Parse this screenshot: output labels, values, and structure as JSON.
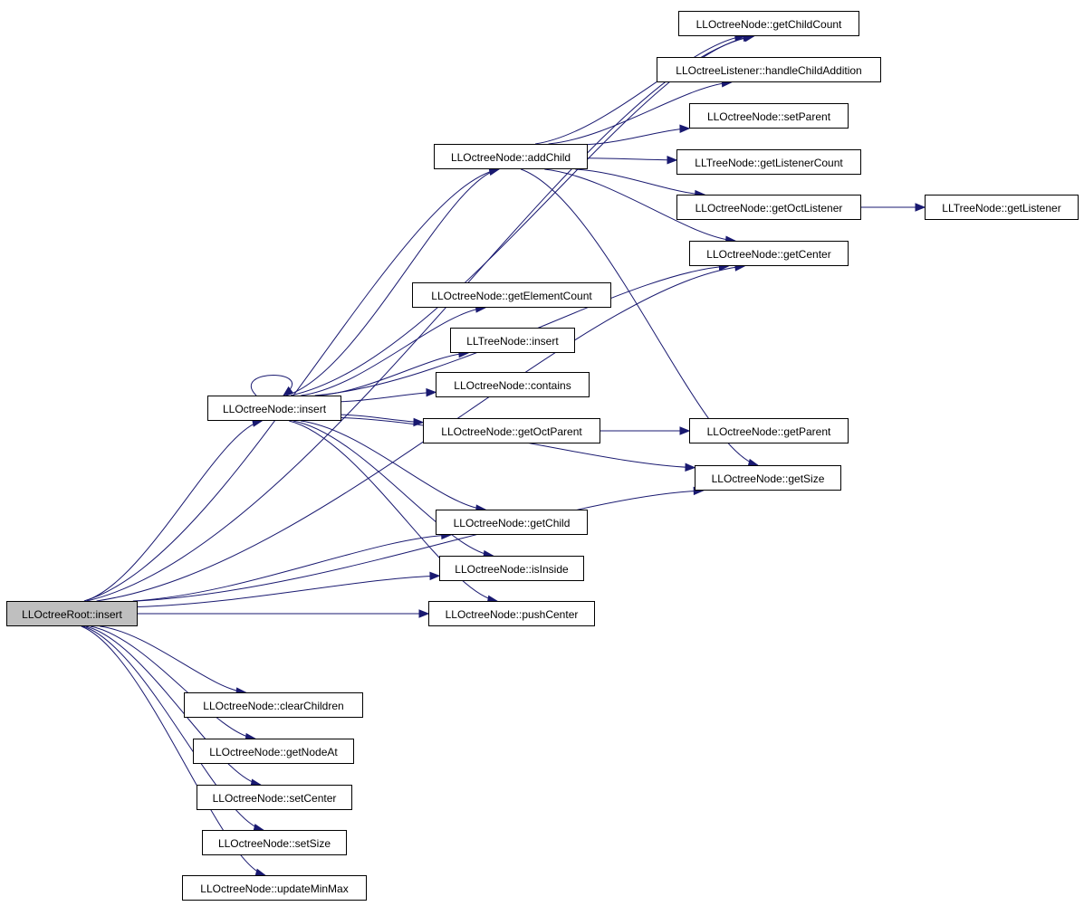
{
  "colors": {
    "edge": "#191970",
    "root_fill": "#bfbfbf",
    "node_fill": "#ffffff",
    "border": "#000000"
  },
  "nodes": {
    "root_insert": "LLOctreeRoot::insert",
    "getChildCount": "LLOctreeNode::getChildCount",
    "handleChildAddition": "LLOctreeListener::handleChildAddition",
    "setParent": "LLOctreeNode::setParent",
    "addChild": "LLOctreeNode::addChild",
    "getListenerCount": "LLTreeNode::getListenerCount",
    "getOctListener": "LLOctreeNode::getOctListener",
    "getListener": "LLTreeNode::getListener",
    "getCenter": "LLOctreeNode::getCenter",
    "getElementCount": "LLOctreeNode::getElementCount",
    "treeInsert": "LLTreeNode::insert",
    "contains": "LLOctreeNode::contains",
    "nodeInsert": "LLOctreeNode::insert",
    "getOctParent": "LLOctreeNode::getOctParent",
    "getParent": "LLOctreeNode::getParent",
    "getSize": "LLOctreeNode::getSize",
    "getChild": "LLOctreeNode::getChild",
    "isInside": "LLOctreeNode::isInside",
    "pushCenter": "LLOctreeNode::pushCenter",
    "clearChildren": "LLOctreeNode::clearChildren",
    "getNodeAt": "LLOctreeNode::getNodeAt",
    "setCenter": "LLOctreeNode::setCenter",
    "setSize": "LLOctreeNode::setSize",
    "updateMinMax": "LLOctreeNode::updateMinMax"
  },
  "edges": [
    [
      "root_insert",
      "getChildCount"
    ],
    [
      "root_insert",
      "addChild"
    ],
    [
      "root_insert",
      "getCenter"
    ],
    [
      "root_insert",
      "nodeInsert"
    ],
    [
      "root_insert",
      "getChild"
    ],
    [
      "root_insert",
      "isInside"
    ],
    [
      "root_insert",
      "pushCenter"
    ],
    [
      "root_insert",
      "getSize"
    ],
    [
      "root_insert",
      "clearChildren"
    ],
    [
      "root_insert",
      "getNodeAt"
    ],
    [
      "root_insert",
      "setCenter"
    ],
    [
      "root_insert",
      "setSize"
    ],
    [
      "root_insert",
      "updateMinMax"
    ],
    [
      "addChild",
      "getChildCount"
    ],
    [
      "addChild",
      "handleChildAddition"
    ],
    [
      "addChild",
      "setParent"
    ],
    [
      "addChild",
      "getListenerCount"
    ],
    [
      "addChild",
      "getOctListener"
    ],
    [
      "addChild",
      "getCenter"
    ],
    [
      "addChild",
      "getSize"
    ],
    [
      "getOctListener",
      "getListener"
    ],
    [
      "nodeInsert",
      "nodeInsert"
    ],
    [
      "nodeInsert",
      "getChildCount"
    ],
    [
      "nodeInsert",
      "addChild"
    ],
    [
      "nodeInsert",
      "getCenter"
    ],
    [
      "nodeInsert",
      "getElementCount"
    ],
    [
      "nodeInsert",
      "treeInsert"
    ],
    [
      "nodeInsert",
      "contains"
    ],
    [
      "nodeInsert",
      "getOctParent"
    ],
    [
      "nodeInsert",
      "getSize"
    ],
    [
      "nodeInsert",
      "getChild"
    ],
    [
      "nodeInsert",
      "isInside"
    ],
    [
      "nodeInsert",
      "pushCenter"
    ],
    [
      "getOctParent",
      "getParent"
    ]
  ]
}
